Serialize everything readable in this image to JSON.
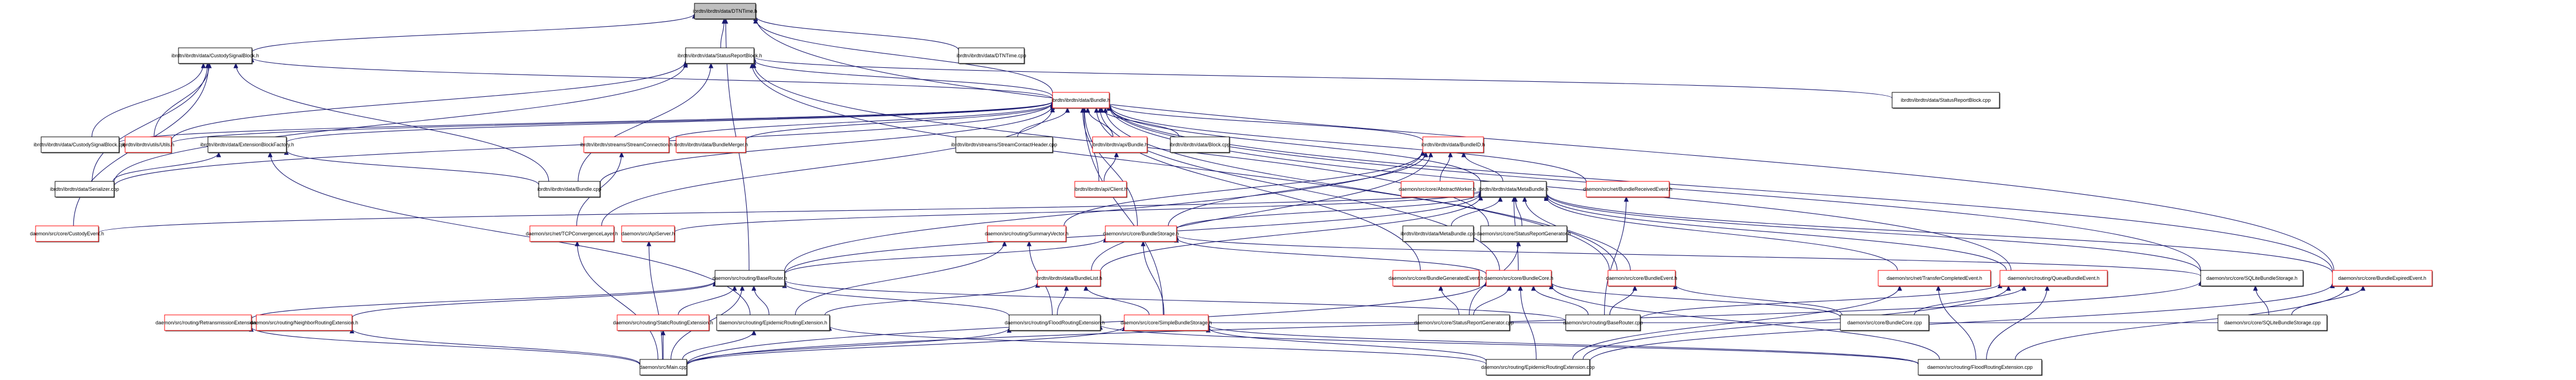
{
  "diagram": {
    "title": "Include dependency graph for ibrdtn/ibrdtn/data/DTNTime.h",
    "colors": {
      "edge": "#191970",
      "root_fill": "#bfbfbf",
      "node_border": "#000000",
      "truncated_border": "#ff0000"
    },
    "nodes": [
      {
        "id": "dtntime_h",
        "label": "ibrdtn/ibrdtn/data/DTNTime.h",
        "style": "root"
      },
      {
        "id": "custodysignalblock_h",
        "label": "ibrdtn/ibrdtn/data/CustodySignalBlock.h",
        "style": "normal"
      },
      {
        "id": "statusreportblock_h",
        "label": "ibrdtn/ibrdtn/data/StatusReportBlock.h",
        "style": "normal"
      },
      {
        "id": "dtntime_cpp",
        "label": "ibrdtn/ibrdtn/data/DTNTime.cpp",
        "style": "normal"
      },
      {
        "id": "bundle_h",
        "label": "ibrdtn/ibrdtn/data/Bundle.h",
        "style": "truncated"
      },
      {
        "id": "statusreportblock_cpp",
        "label": "ibrdtn/ibrdtn/data/StatusReportBlock.cpp",
        "style": "normal"
      },
      {
        "id": "custodysignalblock_cpp",
        "label": "ibrdtn/ibrdtn/data/CustodySignalBlock.cpp",
        "style": "normal"
      },
      {
        "id": "utils_h",
        "label": "ibrdtn/ibrdtn/utils/Utils.h",
        "style": "truncated"
      },
      {
        "id": "extensionblockfactory_h",
        "label": "ibrdtn/ibrdtn/data/ExtensionBlockFactory.h",
        "style": "normal"
      },
      {
        "id": "streamconnection_h",
        "label": "ibrdtn/ibrdtn/streams/StreamConnection.h",
        "style": "truncated"
      },
      {
        "id": "bundlemerger_h",
        "label": "ibrdtn/ibrdtn/data/BundleMerger.h",
        "style": "truncated"
      },
      {
        "id": "streamcontactheader_cpp",
        "label": "ibrdtn/ibrdtn/streams/StreamContactHeader.cpp",
        "style": "normal"
      },
      {
        "id": "api_bundle_h",
        "label": "ibrdtn/ibrdtn/api/Bundle.h",
        "style": "truncated"
      },
      {
        "id": "block_cpp",
        "label": "ibrdtn/ibrdtn/data/Block.cpp",
        "style": "normal"
      },
      {
        "id": "bundleid_h",
        "label": "ibrdtn/ibrdtn/data/BundleID.h",
        "style": "truncated"
      },
      {
        "id": "serializer_cpp",
        "label": "ibrdtn/ibrdtn/data/Serializer.cpp",
        "style": "normal"
      },
      {
        "id": "bundle_cpp",
        "label": "ibrdtn/ibrdtn/data/Bundle.cpp",
        "style": "normal"
      },
      {
        "id": "client_h",
        "label": "ibrdtn/ibrdtn/api/Client.h",
        "style": "truncated"
      },
      {
        "id": "abstractworker_h",
        "label": "daemon/src/core/AbstractWorker.h",
        "style": "truncated"
      },
      {
        "id": "metabundle_h",
        "label": "ibrdtn/ibrdtn/data/MetaBundle.h",
        "style": "normal"
      },
      {
        "id": "bundlereceivedevent_h",
        "label": "daemon/src/net/BundleReceivedEvent.h",
        "style": "truncated"
      },
      {
        "id": "custodyevent_h",
        "label": "daemon/src/core/CustodyEvent.h",
        "style": "truncated"
      },
      {
        "id": "tcpconvergencelayer_h",
        "label": "daemon/src/net/TCPConvergenceLayer.h",
        "style": "truncated"
      },
      {
        "id": "apiserver_h",
        "label": "daemon/src/ApiServer.h",
        "style": "truncated"
      },
      {
        "id": "summaryvector_h",
        "label": "daemon/src/routing/SummaryVector.h",
        "style": "truncated"
      },
      {
        "id": "bundlestorage_h",
        "label": "daemon/src/core/BundleStorage.h",
        "style": "truncated"
      },
      {
        "id": "metabundle_cpp",
        "label": "ibrdtn/ibrdtn/data/MetaBundle.cpp",
        "style": "normal"
      },
      {
        "id": "statusreportgenerator_h",
        "label": "daemon/src/core/StatusReportGenerator.h",
        "style": "normal"
      },
      {
        "id": "baserouter_h",
        "label": "daemon/src/routing/BaseRouter.h",
        "style": "normal"
      },
      {
        "id": "bundlelist_h",
        "label": "ibrdtn/ibrdtn/data/BundleList.h",
        "style": "truncated"
      },
      {
        "id": "bundlegeneratedevent_h",
        "label": "daemon/src/core/BundleGeneratedEvent.h",
        "style": "truncated"
      },
      {
        "id": "bundlecore_h",
        "label": "daemon/src/core/BundleCore.h",
        "style": "truncated"
      },
      {
        "id": "bundleevent_h",
        "label": "daemon/src/core/BundleEvent.h",
        "style": "truncated"
      },
      {
        "id": "transfercompletedevent_h",
        "label": "daemon/src/net/TransferCompletedEvent.h",
        "style": "truncated"
      },
      {
        "id": "queuebundleevent_h",
        "label": "daemon/src/routing/QueueBundleEvent.h",
        "style": "truncated"
      },
      {
        "id": "sqlitebundlestorage_h",
        "label": "daemon/src/core/SQLiteBundleStorage.h",
        "style": "normal"
      },
      {
        "id": "bundleexpiredevent_h",
        "label": "daemon/src/core/BundleExpiredEvent.h",
        "style": "truncated"
      },
      {
        "id": "retransmissionextension_h",
        "label": "daemon/src/routing/RetransmissionExtension.h",
        "style": "truncated"
      },
      {
        "id": "neighborroutingextension_h",
        "label": "daemon/src/routing/NeighborRoutingExtension.h",
        "style": "truncated"
      },
      {
        "id": "staticroutingextension_h",
        "label": "daemon/src/routing/StaticRoutingExtension.h",
        "style": "truncated"
      },
      {
        "id": "epidemicroutingextension_h",
        "label": "daemon/src/routing/EpidemicRoutingExtension.h",
        "style": "normal"
      },
      {
        "id": "floodroutingextension_h",
        "label": "daemon/src/routing/FloodRoutingExtension.h",
        "style": "normal"
      },
      {
        "id": "simplebundlestorage_h",
        "label": "daemon/src/core/SimpleBundleStorage.h",
        "style": "truncated"
      },
      {
        "id": "statusreportgenerator_cpp",
        "label": "daemon/src/core/StatusReportGenerator.cpp",
        "style": "normal"
      },
      {
        "id": "baserouter_cpp",
        "label": "daemon/src/routing/BaseRouter.cpp",
        "style": "normal"
      },
      {
        "id": "bundlecore_cpp",
        "label": "daemon/src/core/BundleCore.cpp",
        "style": "normal"
      },
      {
        "id": "sqlitebundlestorage_cpp",
        "label": "daemon/src/core/SQLiteBundleStorage.cpp",
        "style": "normal"
      },
      {
        "id": "main_cpp",
        "label": "daemon/src/Main.cpp",
        "style": "normal"
      },
      {
        "id": "epidemicroutingextension_cpp",
        "label": "daemon/src/routing/EpidemicRoutingExtension.cpp",
        "style": "normal"
      },
      {
        "id": "floodroutingextension_cpp",
        "label": "daemon/src/routing/FloodRoutingExtension.cpp",
        "style": "normal"
      }
    ],
    "edges": [
      [
        "custodysignalblock_h",
        "dtntime_h"
      ],
      [
        "statusreportblock_h",
        "dtntime_h"
      ],
      [
        "dtntime_cpp",
        "dtntime_h"
      ],
      [
        "bundle_h",
        "dtntime_h"
      ],
      [
        "baserouter_h",
        "dtntime_h"
      ],
      [
        "bundleexpiredevent_h",
        "dtntime_h"
      ],
      [
        "bundle_h",
        "custodysignalblock_h"
      ],
      [
        "custodysignalblock_cpp",
        "custodysignalblock_h"
      ],
      [
        "utils_h",
        "custodysignalblock_h"
      ],
      [
        "serializer_cpp",
        "custodysignalblock_h"
      ],
      [
        "bundle_cpp",
        "custodysignalblock_h"
      ],
      [
        "custodyevent_h",
        "custodysignalblock_h"
      ],
      [
        "bundle_h",
        "statusreportblock_h"
      ],
      [
        "statusreportblock_cpp",
        "statusreportblock_h"
      ],
      [
        "utils_h",
        "statusreportblock_h"
      ],
      [
        "serializer_cpp",
        "statusreportblock_h"
      ],
      [
        "bundle_cpp",
        "statusreportblock_h"
      ],
      [
        "statusreportgenerator_h",
        "statusreportblock_h"
      ],
      [
        "bundleevent_h",
        "statusreportblock_h"
      ],
      [
        "custodysignalblock_cpp",
        "bundle_h"
      ],
      [
        "utils_h",
        "bundle_h"
      ],
      [
        "extensionblockfactory_h",
        "bundle_h"
      ],
      [
        "streamconnection_h",
        "bundle_h"
      ],
      [
        "bundlemerger_h",
        "bundle_h"
      ],
      [
        "streamcontactheader_cpp",
        "bundle_h"
      ],
      [
        "api_bundle_h",
        "bundle_h"
      ],
      [
        "block_cpp",
        "bundle_h"
      ],
      [
        "bundleid_h",
        "bundle_h"
      ],
      [
        "serializer_cpp",
        "bundle_h"
      ],
      [
        "bundle_cpp",
        "bundle_h"
      ],
      [
        "client_h",
        "bundle_h"
      ],
      [
        "metabundle_h",
        "bundle_h"
      ],
      [
        "bundlereceivedevent_h",
        "bundle_h"
      ],
      [
        "tcpconvergencelayer_h",
        "bundle_h"
      ],
      [
        "bundlestorage_h",
        "bundle_h"
      ],
      [
        "bundlegeneratedevent_h",
        "bundle_h"
      ],
      [
        "bundlecore_h",
        "bundle_h"
      ],
      [
        "bundleevent_h",
        "bundle_h"
      ],
      [
        "queuebundleevent_h",
        "bundle_h"
      ],
      [
        "sqlitebundlestorage_h",
        "bundle_h"
      ],
      [
        "bundleexpiredevent_h",
        "bundle_h"
      ],
      [
        "simplebundlestorage_h",
        "bundle_h"
      ],
      [
        "serializer_cpp",
        "extensionblockfactory_h"
      ],
      [
        "bundle_cpp",
        "extensionblockfactory_h"
      ],
      [
        "epidemicroutingextension_h",
        "extensionblockfactory_h"
      ],
      [
        "tcpconvergencelayer_h",
        "streamconnection_h"
      ],
      [
        "client_h",
        "api_bundle_h"
      ],
      [
        "abstractworker_h",
        "bundleid_h"
      ],
      [
        "metabundle_h",
        "bundleid_h"
      ],
      [
        "summaryvector_h",
        "bundleid_h"
      ],
      [
        "bundlestorage_h",
        "bundleid_h"
      ],
      [
        "baserouter_h",
        "bundleid_h"
      ],
      [
        "bundlelist_h",
        "bundleid_h"
      ],
      [
        "metabundle_cpp",
        "metabundle_h"
      ],
      [
        "statusreportgenerator_h",
        "metabundle_h"
      ],
      [
        "bundlestorage_h",
        "metabundle_h"
      ],
      [
        "baserouter_h",
        "metabundle_h"
      ],
      [
        "bundlelist_h",
        "metabundle_h"
      ],
      [
        "bundlecore_h",
        "metabundle_h"
      ],
      [
        "bundleevent_h",
        "metabundle_h"
      ],
      [
        "transfercompletedevent_h",
        "metabundle_h"
      ],
      [
        "queuebundleevent_h",
        "metabundle_h"
      ],
      [
        "sqlitebundlestorage_h",
        "metabundle_h"
      ],
      [
        "bundleexpiredevent_h",
        "metabundle_h"
      ],
      [
        "custodyevent_h",
        "metabundle_h"
      ],
      [
        "apiserver_h",
        "metabundle_h"
      ],
      [
        "baserouter_cpp",
        "bundlereceivedevent_h"
      ],
      [
        "main_cpp",
        "tcpconvergencelayer_h"
      ],
      [
        "main_cpp",
        "apiserver_h"
      ],
      [
        "epidemicroutingextension_h",
        "summaryvector_h"
      ],
      [
        "floodroutingextension_h",
        "summaryvector_h"
      ],
      [
        "simplebundlestorage_h",
        "bundlestorage_h"
      ],
      [
        "sqlitebundlestorage_h",
        "bundlestorage_h"
      ],
      [
        "bundlecore_h",
        "bundlestorage_h"
      ],
      [
        "baserouter_h",
        "bundlestorage_h"
      ],
      [
        "statusreportgenerator_cpp",
        "statusreportgenerator_h"
      ],
      [
        "retransmissionextension_h",
        "baserouter_h"
      ],
      [
        "neighborroutingextension_h",
        "baserouter_h"
      ],
      [
        "staticroutingextension_h",
        "baserouter_h"
      ],
      [
        "epidemicroutingextension_h",
        "baserouter_h"
      ],
      [
        "floodroutingextension_h",
        "baserouter_h"
      ],
      [
        "main_cpp",
        "baserouter_h"
      ],
      [
        "baserouter_cpp",
        "baserouter_h"
      ],
      [
        "epidemicroutingextension_h",
        "bundlelist_h"
      ],
      [
        "floodroutingextension_h",
        "bundlelist_h"
      ],
      [
        "simplebundlestorage_h",
        "bundlelist_h"
      ],
      [
        "statusreportgenerator_cpp",
        "bundlegeneratedevent_h"
      ],
      [
        "statusreportgenerator_cpp",
        "bundlecore_h"
      ],
      [
        "baserouter_cpp",
        "bundlecore_h"
      ],
      [
        "bundlecore_cpp",
        "bundlecore_h"
      ],
      [
        "epidemicroutingextension_cpp",
        "bundlecore_h"
      ],
      [
        "floodroutingextension_cpp",
        "bundlecore_h"
      ],
      [
        "main_cpp",
        "bundlecore_h"
      ],
      [
        "baserouter_cpp",
        "bundleevent_h"
      ],
      [
        "bundlecore_cpp",
        "bundleevent_h"
      ],
      [
        "floodroutingextension_cpp",
        "transfercompletedevent_h"
      ],
      [
        "epidemicroutingextension_cpp",
        "transfercompletedevent_h"
      ],
      [
        "baserouter_cpp",
        "queuebundleevent_h"
      ],
      [
        "bundlecore_cpp",
        "queuebundleevent_h"
      ],
      [
        "floodroutingextension_cpp",
        "queuebundleevent_h"
      ],
      [
        "epidemicroutingextension_cpp",
        "queuebundleevent_h"
      ],
      [
        "sqlitebundlestorage_cpp",
        "sqlitebundlestorage_h"
      ],
      [
        "sqlitebundlestorage_cpp",
        "bundleexpiredevent_h"
      ],
      [
        "floodroutingextension_cpp",
        "bundleexpiredevent_h"
      ],
      [
        "epidemicroutingextension_cpp",
        "bundleexpiredevent_h"
      ],
      [
        "main_cpp",
        "retransmissionextension_h"
      ],
      [
        "main_cpp",
        "neighborroutingextension_h"
      ],
      [
        "main_cpp",
        "staticroutingextension_h"
      ],
      [
        "main_cpp",
        "epidemicroutingextension_h"
      ],
      [
        "main_cpp",
        "floodroutingextension_h"
      ],
      [
        "main_cpp",
        "simplebundlestorage_h"
      ],
      [
        "main_cpp",
        "sqlitebundlestorage_h"
      ],
      [
        "epidemicroutingextension_cpp",
        "epidemicroutingextension_h"
      ],
      [
        "floodroutingextension_cpp",
        "floodroutingextension_h"
      ],
      [
        "epidemicroutingextension_cpp",
        "simplebundlestorage_h"
      ],
      [
        "floodroutingextension_cpp",
        "simplebundlestorage_h"
      ],
      [
        "sqlitebundlestorage_cpp",
        "simplebundlestorage_h"
      ]
    ]
  }
}
